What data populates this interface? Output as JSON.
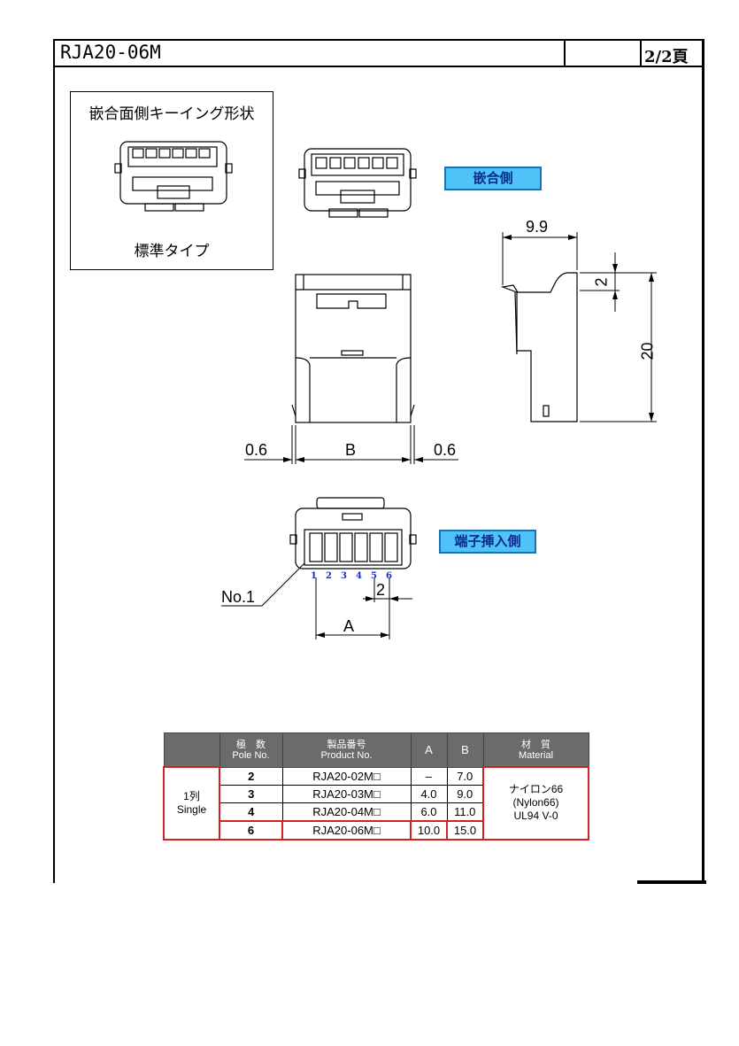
{
  "header": {
    "title": "RJA20-06M",
    "page": "2/2頁"
  },
  "keying": {
    "title": "嵌合面側キーイング形状",
    "subtitle": "標準タイプ"
  },
  "labels": {
    "mating_side": "嵌合側",
    "terminal_side": "端子挿入側",
    "pin1": "No.1"
  },
  "dimensions": {
    "width": "9.9",
    "height": "20",
    "step": "2",
    "left_offset": "0.6",
    "right_offset": "0.6",
    "b": "B",
    "pitch": "2",
    "a": "A"
  },
  "pins": [
    "1",
    "2",
    "3",
    "4",
    "5",
    "6"
  ],
  "table": {
    "headers": {
      "pole_jp": "極　数",
      "pole_en": "Pole No.",
      "product_jp": "製品番号",
      "product_en": "Product No.",
      "a": "A",
      "b": "B",
      "material_jp": "材　質",
      "material_en": "Material"
    },
    "row_label_jp": "1列",
    "row_label_en": "Single",
    "rows": [
      {
        "pole": "2",
        "product": "RJA20-02M□",
        "a": "–",
        "b": "7.0"
      },
      {
        "pole": "3",
        "product": "RJA20-03M□",
        "a": "4.0",
        "b": "9.0"
      },
      {
        "pole": "4",
        "product": "RJA20-04M□",
        "a": "6.0",
        "b": "11.0"
      },
      {
        "pole": "6",
        "product": "RJA20-06M□",
        "a": "10.0",
        "b": "15.0"
      }
    ],
    "material_lines": [
      "ナイロン66",
      "(Nylon66)",
      "UL94 V-0"
    ]
  }
}
